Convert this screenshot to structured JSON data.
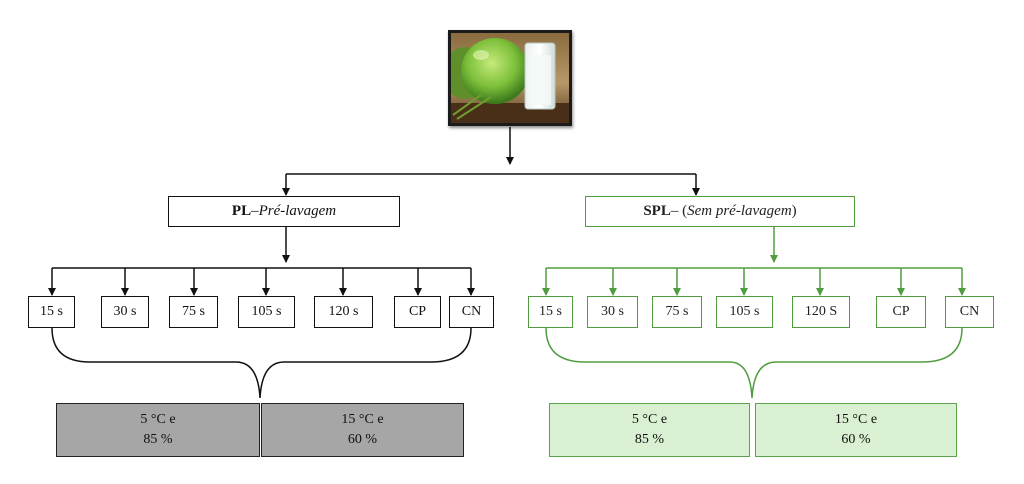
{
  "groups": {
    "pl": {
      "abbr": "PL",
      "sep": " – ",
      "name": "Pré-lavagem",
      "treatments": [
        "15 s",
        "30 s",
        "75 s",
        "105 s",
        "120 s",
        "CP",
        "CN"
      ],
      "conditions": [
        {
          "line1": "5 °C e",
          "line2": "85 %"
        },
        {
          "line1": "15 °C e",
          "line2": "60 %"
        }
      ]
    },
    "spl": {
      "abbr": "SPL",
      "sep": " – (",
      "name": "Sem pré-lavagem",
      "close": ")",
      "treatments": [
        "15 s",
        "30 s",
        "75 s",
        "105 s",
        "120 S",
        "CP",
        "CN"
      ],
      "conditions": [
        {
          "line1": "5 °C e",
          "line2": "85 %"
        },
        {
          "line1": "15 °C e",
          "line2": "60 %"
        }
      ]
    }
  },
  "colors": {
    "pl_line": "#111111",
    "spl_line": "#4f9d3f"
  }
}
